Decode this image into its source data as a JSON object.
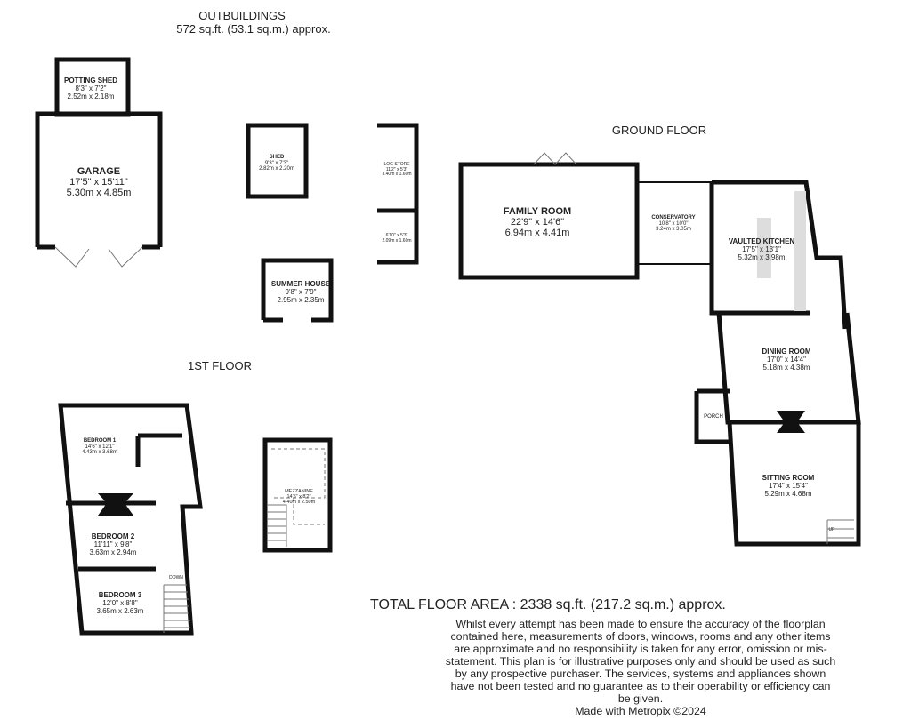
{
  "outbuildings": {
    "title": "OUTBUILDINGS",
    "area": "572 sq.ft. (53.1 sq.m.) approx."
  },
  "ground_floor": {
    "title": "GROUND FLOOR"
  },
  "first_floor": {
    "title": "1ST FLOOR"
  },
  "rooms": {
    "potting_shed": {
      "name": "POTTING SHED",
      "imperial": "8'3\" x 7'2\"",
      "metric": "2.52m x 2.18m"
    },
    "garage": {
      "name": "GARAGE",
      "imperial": "17'5\" x 15'11\"",
      "metric": "5.30m x 4.85m"
    },
    "shed": {
      "name": "SHED",
      "imperial": "9'3\" x 7'3\"",
      "metric": "2.82m x 2.20m"
    },
    "log_store": {
      "name": "LOG STORE",
      "imperial": "11'2\" x 5'3\"",
      "metric": "3.40m x 1.60m"
    },
    "store2": {
      "imperial": "6'10\" x 5'3\"",
      "metric": "2.09m x 1.60m"
    },
    "summer_house": {
      "name": "SUMMER HOUSE",
      "imperial": "9'8\" x 7'9\"",
      "metric": "2.95m x 2.35m"
    },
    "family_room": {
      "name": "FAMILY ROOM",
      "imperial": "22'9\" x 14'6\"",
      "metric": "6.94m x 4.41m"
    },
    "conservatory": {
      "name": "CONSERVATORY",
      "imperial": "10'8\" x 10'0\"",
      "metric": "3.24m x 3.05m"
    },
    "kitchen": {
      "name": "VAULTED KITCHEN",
      "imperial": "17'5\" x 13'1\"",
      "metric": "5.32m x 3.98m"
    },
    "dining_room": {
      "name": "DINING ROOM",
      "imperial": "17'0\" x 14'4\"",
      "metric": "5.18m x 4.38m"
    },
    "porch": {
      "name": "PORCH"
    },
    "sitting_room": {
      "name": "SITTING ROOM",
      "imperial": "17'4\" x 15'4\"",
      "metric": "5.29m x 4.68m"
    },
    "bedroom1": {
      "name": "BEDROOM 1",
      "imperial": "14'6\" x 12'1\"",
      "metric": "4.43m x 3.68m"
    },
    "bedroom2": {
      "name": "BEDROOM 2",
      "imperial": "11'11\" x 9'8\"",
      "metric": "3.63m x 2.94m"
    },
    "bedroom3": {
      "name": "BEDROOM 3",
      "imperial": "12'0\" x 8'8\"",
      "metric": "3.65m x 2.63m"
    },
    "mezzanine": {
      "name": "MEZZANINE",
      "imperial": "14'5\" x 8'2\"",
      "metric": "4.40m x 2.50m"
    }
  },
  "stairs": {
    "down": "DOWN",
    "up": "UP"
  },
  "footer": {
    "total": "TOTAL FLOOR AREA : 2338 sq.ft. (217.2 sq.m.) approx.",
    "disclaimer": "Whilst every attempt has been made to ensure the accuracy of the floorplan contained here, measurements of doors, windows, rooms and any other items are approximate and no responsibility is taken for any error, omission or mis-statement. This plan is for illustrative purposes only and should be used as such by any prospective purchaser. The services, systems and appliances shown have not been tested and no guarantee as to their operability or efficiency can be given.",
    "made_with": "Made with Metropix ©2024"
  }
}
